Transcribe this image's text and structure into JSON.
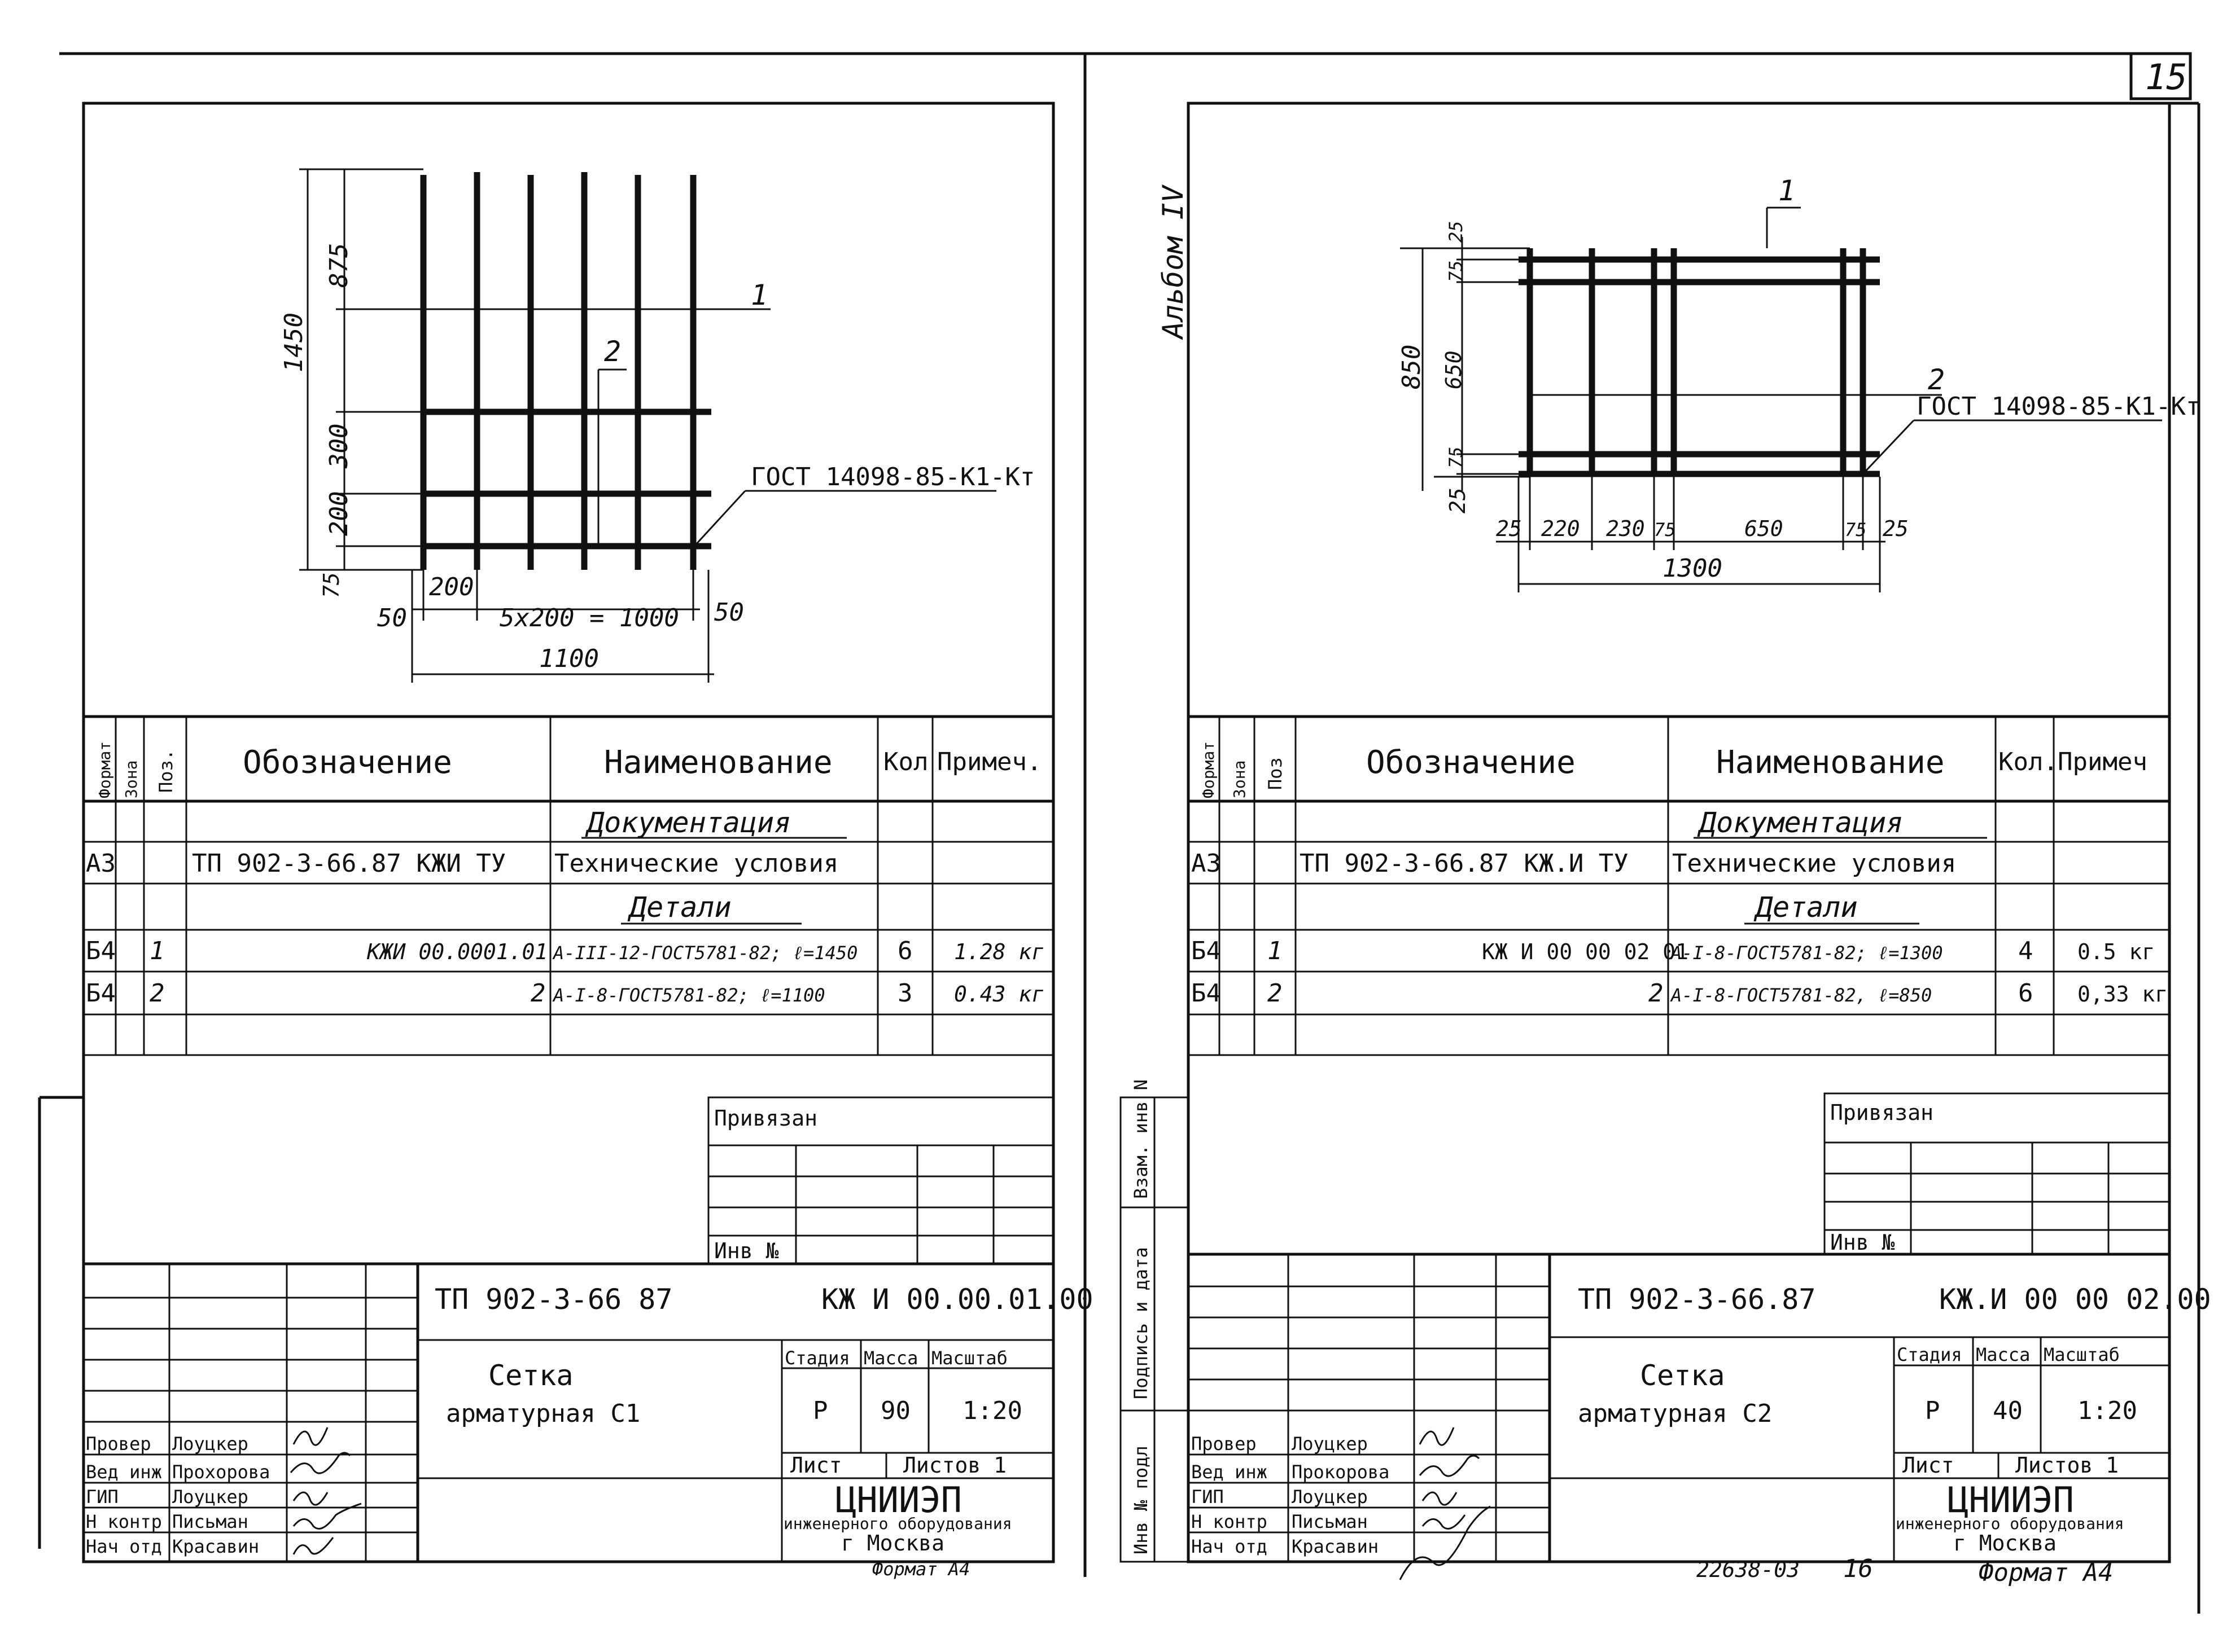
{
  "page_number": "15",
  "album_label": "Альбом IV",
  "footer_code": "22638-03",
  "footer_page": "16",
  "left": {
    "drawing": {
      "dim_height_total": "1450",
      "dim_top": "875",
      "dim_mid": "300",
      "dim_low": "200",
      "dim_bottom": "75",
      "dim_step": "200",
      "dim_left_edge": "50",
      "dim_repeat": "5x200 = 1000",
      "dim_right_edge": "50",
      "dim_total_width": "1100",
      "callout_1": "1",
      "callout_2": "2",
      "gost_label": "ГОСТ 14098-85-К1-Кт"
    },
    "spec": {
      "headers": {
        "format": "Формат",
        "zone": "Зона",
        "pos": "Поз.",
        "designation": "Обозначение",
        "name": "Наименование",
        "qty": "Кол",
        "note": "Примеч."
      },
      "section_docs": "Документация",
      "section_parts": "Детали",
      "rows": [
        {
          "format": "А3",
          "pos": "",
          "designation": "ТП 902-3-66.87   КЖИ ТУ",
          "name": "Технические условия",
          "qty": "",
          "note": ""
        },
        {
          "format": "Б4",
          "pos": "1",
          "designation": "КЖИ 00.0001.01",
          "name": "А-III-12-ГОСТ5781-82; ℓ=1450",
          "qty": "6",
          "note": "1.28 кг"
        },
        {
          "format": "Б4",
          "pos": "2",
          "designation": "2",
          "name": "А-I-8-ГОСТ5781-82; ℓ=1100",
          "qty": "3",
          "note": "0.43 кг"
        }
      ]
    },
    "stamp": {
      "privyazan": "Привязан",
      "inv_no": "Инв №",
      "project_code": "ТП 902-3-66 87",
      "doc_code": "КЖ И 00.00.01.00",
      "title_line1": "Сетка",
      "title_line2": "арматурная   С1",
      "stage_label": "Стадия",
      "mass_label": "Масса",
      "scale_label": "Масштаб",
      "stage": "Р",
      "mass": "90",
      "scale": "1:20",
      "sheet_label": "Лист",
      "sheets_label": "Листов 1",
      "org_name": "ЦНИИЭП",
      "org_line2": "инженерного оборудования",
      "org_line3": "г Москва",
      "format_label": "Формат А4",
      "people": [
        {
          "role": "Провер",
          "name": "Лоуцкер"
        },
        {
          "role": "Вед инж",
          "name": "Прохорова"
        },
        {
          "role": "ГИП",
          "name": "Лоуцкер"
        },
        {
          "role": "Н контр",
          "name": "Письман"
        },
        {
          "role": "Нач отд",
          "name": "Красавин"
        }
      ]
    }
  },
  "right": {
    "drawing": {
      "dim_top": "25",
      "dim_75_top": "75",
      "dim_total_height": "850",
      "dim_650_v": "650",
      "dim_75_bottom": "75",
      "dim_25_bottom": "25",
      "dim_h_25_left": "25",
      "dim_h_220": "220",
      "dim_h_230": "230",
      "dim_h_75_left": "75",
      "dim_h_650": "650",
      "dim_h_75_right": "75",
      "dim_h_25_right": "25",
      "dim_total_width": "1300",
      "callout_1": "1",
      "callout_2": "2",
      "gost_label": "ГОСТ 14098-85-К1-Кт"
    },
    "spec": {
      "headers": {
        "format": "Формат",
        "zone": "Зона",
        "pos": "Поз",
        "designation": "Обозначение",
        "name": "Наименование",
        "qty": "Кол.",
        "note": "Примеч"
      },
      "section_docs": "Документация",
      "section_parts": "Детали",
      "rows": [
        {
          "format": "А3",
          "pos": "",
          "designation": "ТП 902-3-66.87    КЖ.И ТУ",
          "name": "Технические условия",
          "qty": "",
          "note": ""
        },
        {
          "format": "Б4",
          "pos": "1",
          "designation": "КЖ И 00 00 02 01",
          "name": "А-I-8-ГОСТ5781-82; ℓ=1300",
          "qty": "4",
          "note": "0.5 кг"
        },
        {
          "format": "Б4",
          "pos": "2",
          "designation": "2",
          "name": "А-I-8-ГОСТ5781-82, ℓ=850",
          "qty": "6",
          "note": "0,33 кг"
        }
      ]
    },
    "stamp": {
      "privyazan": "Привязан",
      "inv_no": "Инв №",
      "project_code": "ТП 902-3-66.87",
      "doc_code": "КЖ.И 00 00 02.00",
      "title_line1": "Сетка",
      "title_line2": "арматурная  С2",
      "stage_label": "Стадия",
      "mass_label": "Масса",
      "scale_label": "Масштаб",
      "stage": "Р",
      "mass": "40",
      "scale": "1:20",
      "sheet_label": "Лист",
      "sheets_label": "Листов 1",
      "org_name": "ЦНИИЭП",
      "org_line2": "инженерного оборудования",
      "org_line3": "г Москва",
      "format_label": "Формат А4",
      "side_labels": [
        "Инв № подл",
        "Подпись и дата",
        "Взам. инв N"
      ],
      "people": [
        {
          "role": "Провер",
          "name": "Лоуцкер"
        },
        {
          "role": "Вед инж",
          "name": "Прокорова"
        },
        {
          "role": "ГИП",
          "name": "Лоуцкер"
        },
        {
          "role": "Н контр",
          "name": "Письман"
        },
        {
          "role": "Нач отд",
          "name": "Красавин"
        }
      ]
    }
  }
}
